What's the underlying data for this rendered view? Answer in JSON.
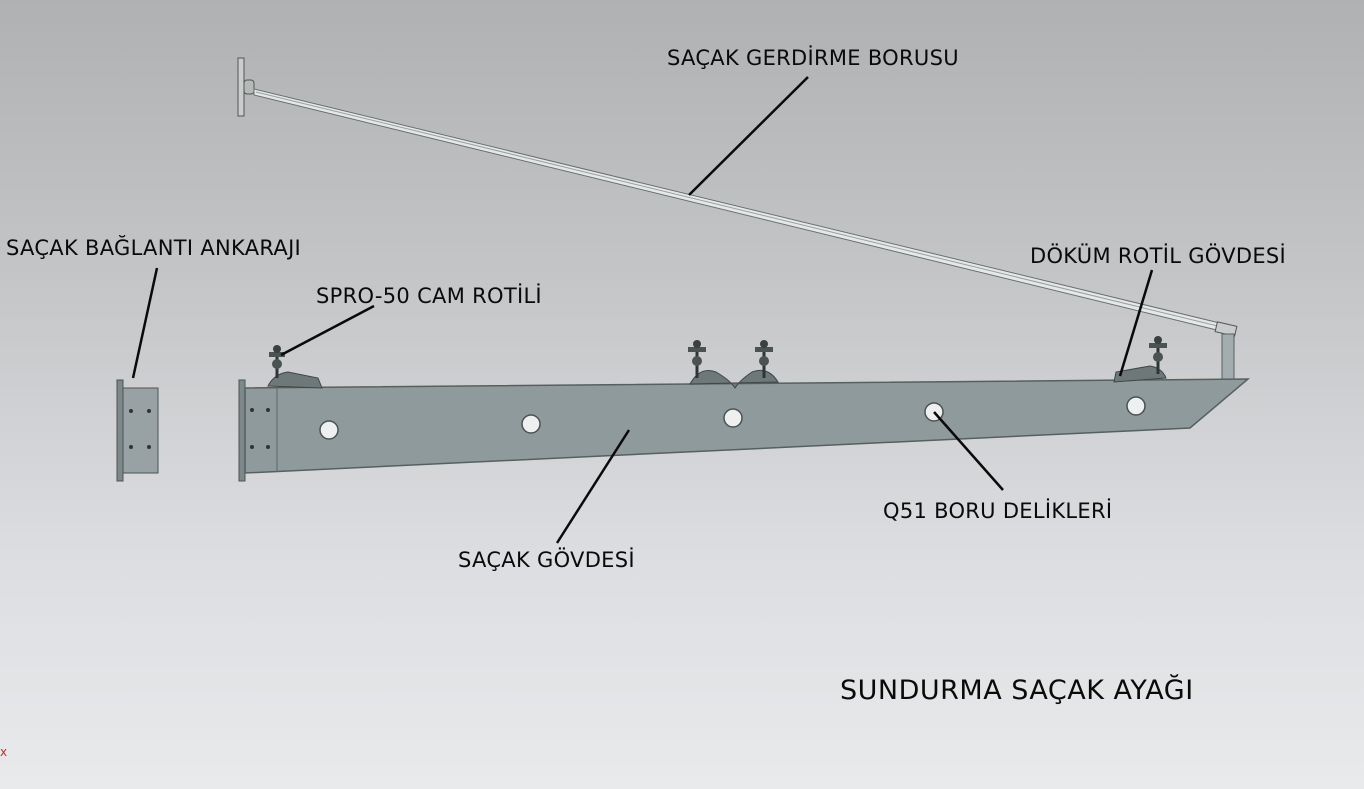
{
  "labels": {
    "gerdirme_borusu": "SAÇAK GERDİRME BORUSU",
    "baglanti_ankaraji": "SAÇAK BAĞLANTI ANKARAJI",
    "spro_rotili": "SPRO-50 CAM ROTİLİ",
    "dokum_rotil": "DÖKÜM ROTİL GÖVDESİ",
    "sacak_govdesi": "SAÇAK GÖVDESİ",
    "boru_delikleri": "Q51 BORU DELİKLERİ"
  },
  "title": "SUNDURMA SAÇAK AYAĞI",
  "corner_mark": "x",
  "colors": {
    "background_top": "#b0b1b3",
    "background_bottom": "#e9eaec",
    "steel": "#8f9a9d",
    "steel_edge": "#56605f",
    "leader": "#0a0a0a"
  }
}
